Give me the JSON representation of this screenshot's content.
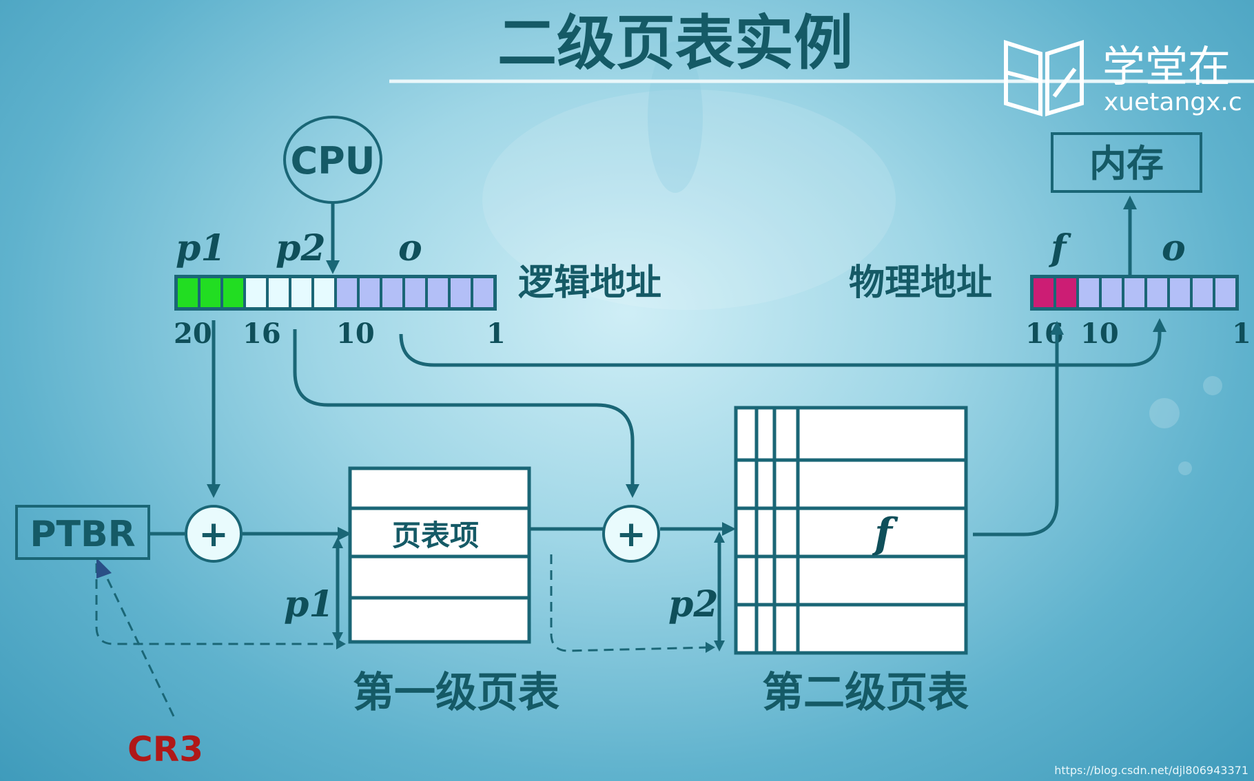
{
  "title": "二级页表实例",
  "watermark": {
    "brand_cn": "学堂在",
    "brand_url": "xuetangx.c"
  },
  "cpu_label": "CPU",
  "memory_label": "内存",
  "logical_address": {
    "label": "逻辑地址",
    "field_p1": "p1",
    "field_p2": "p2",
    "field_o": "o",
    "bit_20": "20",
    "bit_16": "16",
    "bit_10": "10",
    "bit_1": "1"
  },
  "physical_address": {
    "label": "物理地址",
    "field_f": "f",
    "field_o": "o",
    "bit_16": "16",
    "bit_10": "10",
    "bit_1": "1"
  },
  "ptbr_label": "PTBR",
  "cr3_label": "CR3",
  "plus_symbol": "+",
  "first_table": {
    "entry_label": "页表项",
    "caption": "第一级页表",
    "offset_label": "p1"
  },
  "second_table": {
    "entry_label": "f",
    "caption": "第二级页表",
    "offset_label": "p2"
  },
  "footer_credit": "https://blog.csdn.net/djl806943371",
  "colors": {
    "p1_bits": "#22dd22",
    "p2_bits": "#e6fbff",
    "offset_bits": "#b3bff7",
    "frame_bits": "#cc1d74",
    "line": "#1a6676",
    "cr3": "#b01818"
  }
}
